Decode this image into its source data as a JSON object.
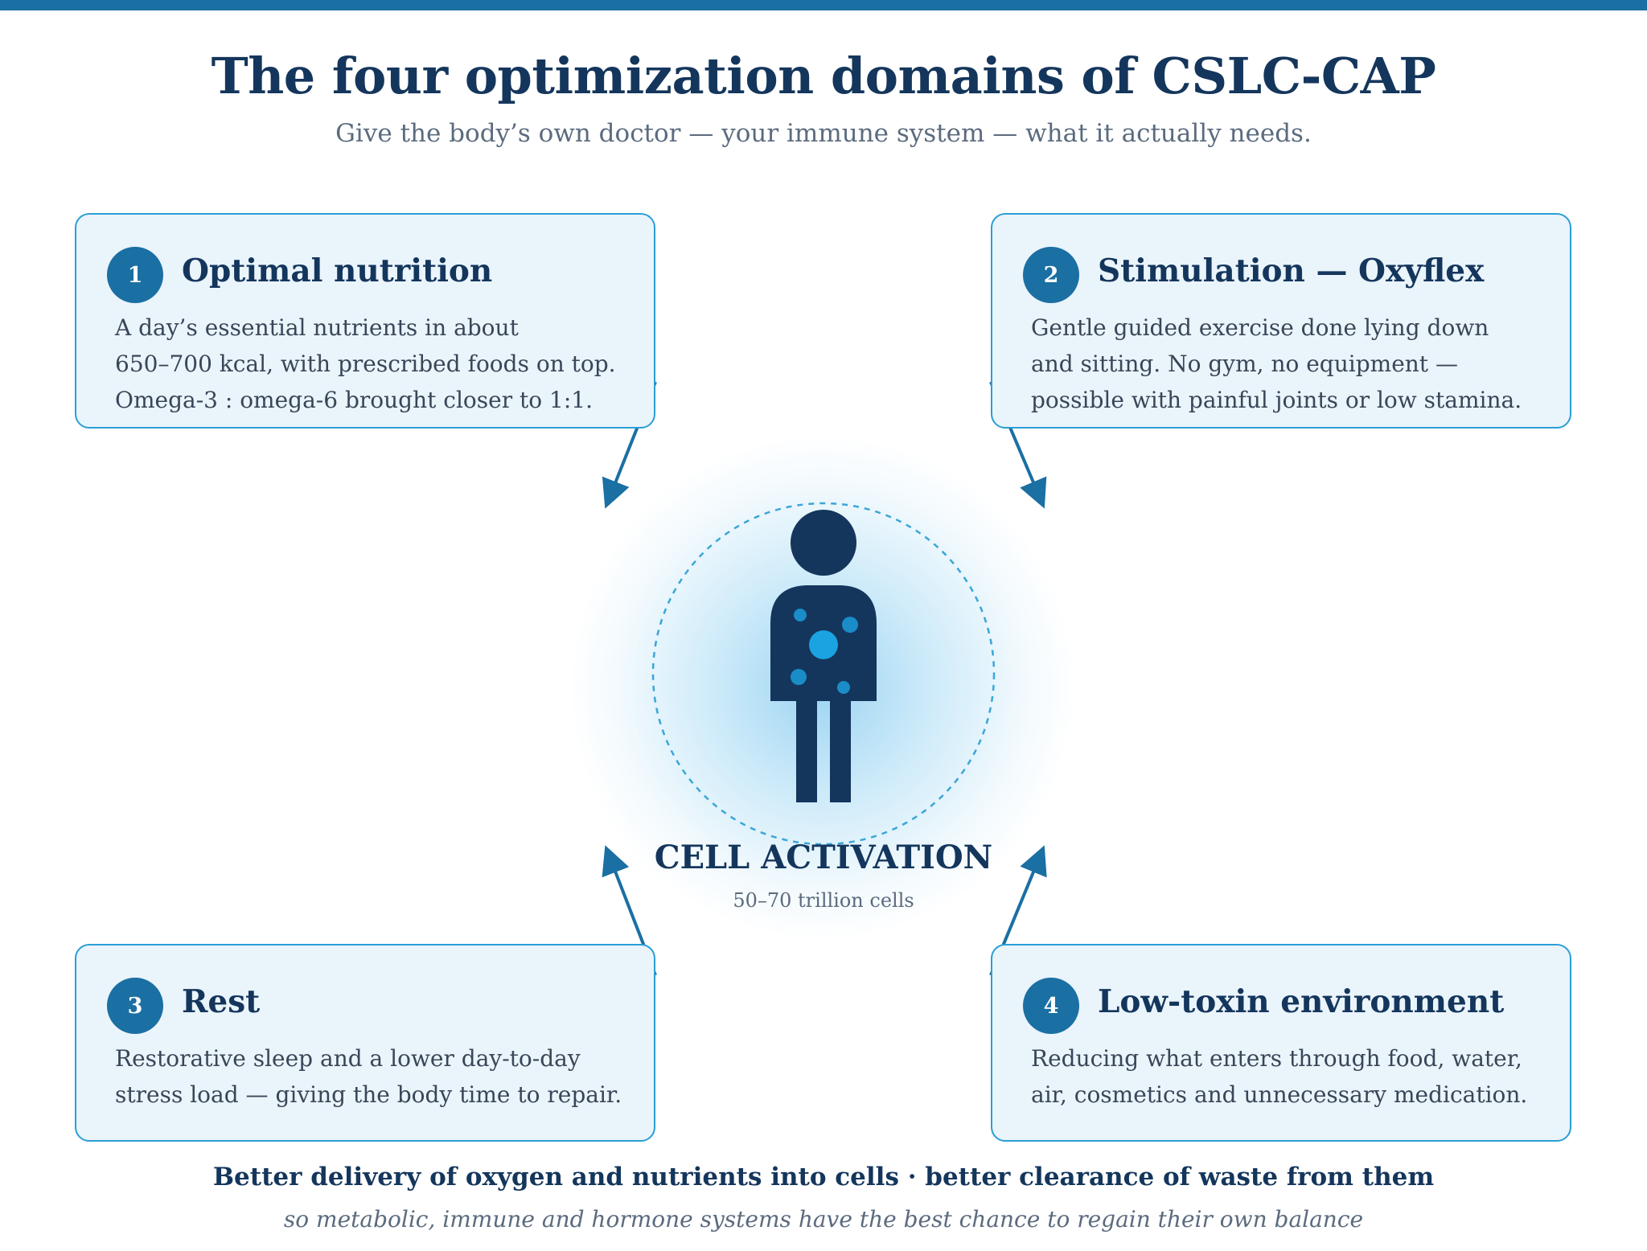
{
  "header": {
    "title": "The four optimization domains of CSLC-CAP",
    "subtitle": "Give the body’s own doctor — your immune system — what it actually needs."
  },
  "domains": [
    {
      "number": "1",
      "title": "Optimal nutrition",
      "lines": [
        "A day’s essential nutrients in about",
        "650–700 kcal, with prescribed foods on top.",
        "Omega-3 : omega-6 brought closer to 1:1."
      ]
    },
    {
      "number": "2",
      "title": "Stimulation — Oxyflex",
      "lines": [
        "Gentle guided exercise done lying down",
        "and sitting. No gym, no equipment —",
        "possible with painful joints or low stamina."
      ]
    },
    {
      "number": "3",
      "title": "Rest",
      "lines": [
        "Restorative sleep and a lower day-to-day",
        "stress load — giving the body time to repair."
      ]
    },
    {
      "number": "4",
      "title": "Low-toxin environment",
      "lines": [
        "Reducing what enters through food, water,",
        "air, cosmetics and unnecessary medication."
      ]
    }
  ],
  "center": {
    "label": "CELL ACTIVATION",
    "sublabel": "50–70 trillion cells",
    "icon": "human-figure-icon"
  },
  "footer": {
    "main": "Better delivery of oxygen and nutrients into cells · better clearance of waste from them",
    "sub": "so metabolic, immune and hormone systems have the best chance to regain their own balance"
  },
  "colors": {
    "accent": "#1a6fa3",
    "card_border": "#2a9fd6",
    "card_fill": "#eaf4fb",
    "navy": "#14365c",
    "cell_dot": "#1aa3e0"
  }
}
